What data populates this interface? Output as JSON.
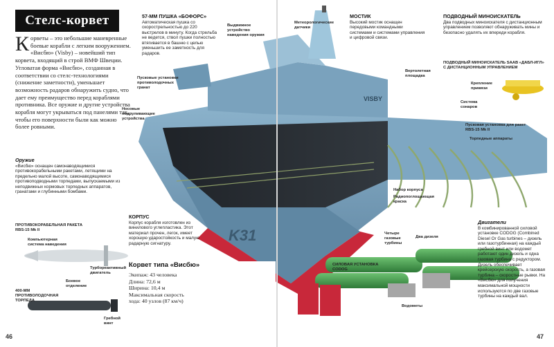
{
  "page_numbers": {
    "left": "46",
    "right": "47"
  },
  "title": "Стелс-корвет",
  "intro": {
    "dropcap": "К",
    "text": "орветы – это небольшие маневренные боевые корабли с легким вооружением. «Висбю» (Visby) – новейший тип корвета, входящий в строй ВМФ Швеции. Угловатая форма «Висбю», созданная в соответствии со стелс-технологиями (снижение заметности), уменьшает возможность радаров обнаружить судно, что дает ему преимущество перед кораблями противника. Все оружие и другие устройства корабля могут укрываться под панелями так, чтобы его поверхности были как можно более ровными."
  },
  "gun": {
    "heading": "57-ММ ПУШКА «БОФОРС»",
    "text": "Автоматическая пушка со скорострельностью до 220 выстрелов в минуту. Когда стрельба не ведется, ствол пушки полностью втягивается в башню с целью уменьшить ее заметность для радаров."
  },
  "bridge": {
    "heading": "МОСТИК",
    "text": "Высокий мостик оснащен передовыми командными системами и системами управления и цифровой связи."
  },
  "minesweeper": {
    "heading": "ПОДВОДНЫЙ МИНОИСКАТЕЛЬ",
    "text": "Два подводных миноискателя с дистанционным управлением позволяют обнаруживать мины и безопасно удалять их впереди корабля."
  },
  "rov_title": "ПОДВОДНЫЙ МИНОИСКАТЕЛЬ SAAB «ДАБЛ-ИГЛ» С ДИСТАНЦИОННЫМ УПРАВЛЕНИЕМ",
  "weapons": {
    "heading": "Оружие",
    "text": "«Висбю» оснащен самонаводящимися противокорабельными ракетами, летящими на предельно малой высоте, самонаводящимися противоподводными торпедами, выпускаемыми из неподвижных кормовых торпедных аппаратов, гранатами и глубинными бомбами."
  },
  "hull": {
    "heading": "КОРПУС",
    "text": "Корпус корабля изготовлен из винилового углепластика. Этот материал прочен, легок, имеет хорошую ударостойкость и малую радарную сигнатуру."
  },
  "engines": {
    "heading": "Двигатели",
    "text": "В комбинированной силовой установке CODOG (Combined Diesel Or Gas turbines – дизель или газотурбинная) на каждый гребной винт или водомет работают один дизель и одна газовая турбина с редуктором. Дизель обеспечивает крейсерскую скорость, а газовая турбина – скоростные рывки. На «Висбю» для получения максимальной мощности используются по две газовые турбины на каждый вал."
  },
  "specs": {
    "heading": "Корвет типа «Висбю»",
    "rows": [
      "Экипаж: 43 человека",
      "Длина: 72,6 м",
      "Ширина: 10,4 м",
      "Максимальная скорость",
      "хода: 40 узлов (87 км/ч)"
    ]
  },
  "labels": {
    "retract_guidance": "Выдвижное устройство наведения оружия",
    "meteo": "Метеорологические датчики",
    "launchers": "Пусковые установки противолодочных гранат",
    "nasal_sonar": "Носовые подруливающие устройства",
    "bridge_deck": "Вертолетная площадка",
    "mount": "Крепление привязи",
    "sonar": "Система сонаров",
    "rbs_launcher": "Пусковая установка для ракет RBS-15 Mk II",
    "torpedo_tubes": "Торпедные аппараты",
    "hull_set": "Набор корпуса",
    "radar_paint": "Радиопоглощающая краска",
    "missile_title": "ПРОТИВОКОРАБЕЛЬНАЯ РАКЕТА RBS-15 Mk II",
    "computer": "Компьютерная система наведения",
    "turbojet": "Турбореактивный двигатель",
    "warhead": "Боевое отделение",
    "torpedo_title": "400-ММ ПРОТИВОЛОДОЧНАЯ ТОРПЕДА",
    "propeller": "Гребной винт",
    "four_turbines": "Четыре газовые турбины",
    "two_diesels": "Два дизеля",
    "codog": "СИЛОВАЯ УСТАНОВКА CODOG",
    "waterjets": "Водометы",
    "hull_mark": "K31",
    "ship_name": "VISBY"
  },
  "colors": {
    "hull_blue": "#7fa9c4",
    "hull_dark": "#4d6f86",
    "keel_red": "#c8283a",
    "interior": "#2a2e33",
    "green_pipe": "#3f9a49",
    "title_bg": "#111111"
  }
}
